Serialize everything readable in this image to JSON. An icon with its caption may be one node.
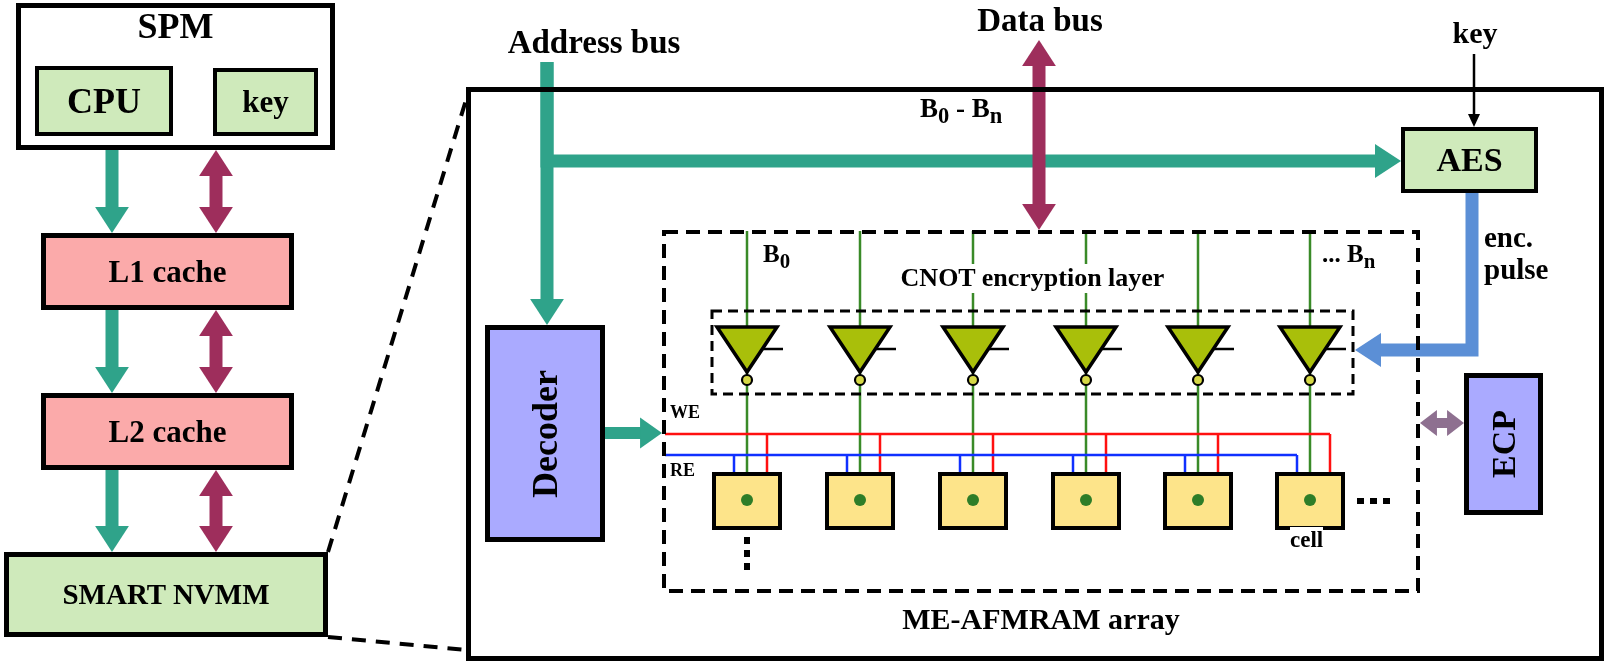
{
  "diagram": {
    "nodes": [
      {
        "text": [
          "SPM"
        ]
      },
      {
        "text": [
          "CPU"
        ],
        "in": 0
      },
      {
        "text": [
          "key"
        ],
        "in": 0
      },
      {
        "text": [
          "L1 cache"
        ]
      },
      {
        "text": [
          "L2 cache"
        ]
      },
      {
        "text": [
          "SMART NVMM"
        ]
      },
      {
        "text": [],
        "shape": "box"
      },
      {
        "text": [
          "Address bus"
        ]
      },
      {
        "text": [
          "Data bus"
        ]
      },
      {
        "text": [
          "key"
        ]
      },
      {
        "text": [
          "AES"
        ],
        "in": 6
      },
      {
        "text": [
          "Decoder"
        ],
        "in": 6
      },
      {
        "text": [
          "ME-AFMRAM array"
        ],
        "in": 6
      },
      {
        "text": [
          "CNOT encryption layer"
        ],
        "in": 12
      },
      {
        "text": [
          "ECP"
        ],
        "in": 6
      }
    ],
    "edges": [
      {
        "from": 0,
        "to": 3,
        "arrow": "to"
      },
      {
        "from": 0,
        "to": 3,
        "arrow": "both",
        "color": "#9e2e5c"
      },
      {
        "from": 3,
        "to": 4,
        "arrow": "to"
      },
      {
        "from": 3,
        "to": 4,
        "arrow": "both",
        "color": "#9e2e5c"
      },
      {
        "from": 4,
        "to": 5,
        "arrow": "to"
      },
      {
        "from": 4,
        "to": 5,
        "arrow": "both",
        "color": "#9e2e5c"
      },
      {
        "from": 5,
        "to": 6,
        "arrow": "none",
        "style": "dashed",
        "color": "#000000"
      },
      {
        "from": 5,
        "to": 6,
        "arrow": "none",
        "style": "dashed",
        "color": "#000000"
      },
      {
        "from": 7,
        "to": 11,
        "arrow": "to"
      },
      {
        "from": 7,
        "to": 10,
        "arrow": "to"
      },
      {
        "from": 8,
        "to": 12,
        "arrow": "both",
        "color": "#9e2e5c"
      },
      {
        "from": 9,
        "to": 10,
        "arrow": "to",
        "color": "#000000"
      },
      {
        "from": 10,
        "to": 13,
        "arrow": "to",
        "label": "enc. pulse",
        "color": "#5b8fd6"
      },
      {
        "from": 11,
        "to": 12,
        "arrow": "to"
      },
      {
        "from": 12,
        "to": 14,
        "arrow": "both",
        "color": "#8e7090"
      }
    ],
    "labels": [
      "B$_{0}$ - B$_{n}$",
      "B$_{0}$",
      "... B$_{n}$",
      "WE",
      "RE",
      "cell"
    ]
  }
}
